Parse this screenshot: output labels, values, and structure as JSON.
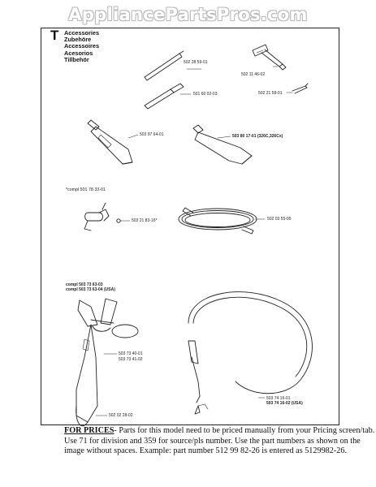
{
  "watermark": "AppliancePartsPros.com",
  "section": {
    "letter": "T",
    "titles": [
      "Accessories",
      "Zubehöre",
      "Accessoires",
      "Acesorios",
      "Tillbehör"
    ]
  },
  "parts": {
    "p1": "502 28 59-01",
    "p2": "502 11 46-02",
    "p3": "501 60 02-03",
    "p4": "502 21 58-01",
    "p5": "503 97 64-01",
    "p6": "503 80 17-01 (326C,326Cx)",
    "compl_top": "*compl 501 78 33-01",
    "p7": "503 21 83-16*",
    "p8": "502 03 55-05",
    "compl_a": "compl 503 73 63-03",
    "compl_b": "compl 503 73 63-04 (USA)",
    "p9": "503 73 40-01",
    "p10": "503 73 41-02",
    "p11": "502 02 28-02",
    "p12": "503 74 16-01",
    "p13": "503 74 16-02 (USA)"
  },
  "footer": {
    "lead": "FOR PRICES",
    "line1": "- Parts for this model need to be priced manually from your Pricing screen/tab.",
    "line2": "Use 71 for division and 359 for source/pls number.  Use the part numbers as shown on the",
    "line3": "image without spaces.  Example: part number 512 99 82-26 is entered as 5129982-26."
  }
}
